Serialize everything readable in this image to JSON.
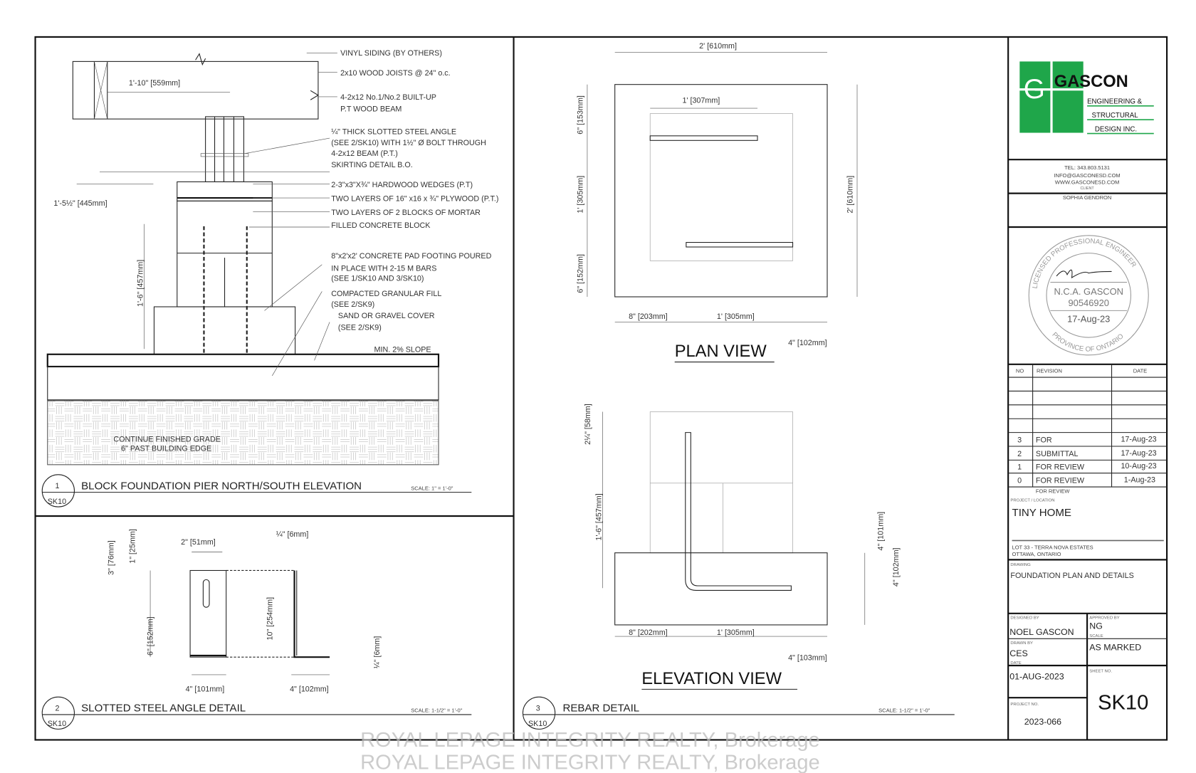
{
  "detail1": {
    "number": "1",
    "sheet": "SK10",
    "title": "BLOCK FOUNDATION PIER NORTH/SOUTH ELEVATION",
    "scale": "SCALE: 1\" = 1'-0\"",
    "dims": {
      "beam_width": "1'-10\" [559mm]",
      "height_total": "1'-5½\" [445mm]",
      "pier_height": "1'-6\" [457mm]"
    },
    "notes": [
      "VINYL SIDING (BY OTHERS)",
      "2x10 WOOD JOISTS @ 24\" o.c.",
      "4-2x12 No.1/No.2 BUILT-UP",
      "P.T WOOD BEAM",
      "¼\" THICK SLOTTED STEEL ANGLE",
      "(SEE 2/SK10) WITH 1½\" Ø BOLT THROUGH",
      "4-2x12 BEAM (P.T.)",
      "SKIRTING DETAIL B.O.",
      "2-3\"x3\"X¾\" HARDWOOD WEDGES (P.T)",
      "TWO LAYERS OF 16\" x16 x ¾\" PLYWOOD (P.T.)",
      "TWO LAYERS OF 2 BLOCKS OF MORTAR",
      "FILLED CONCRETE BLOCK",
      "8\"x2'x2' CONCRETE PAD FOOTING POURED",
      "IN PLACE WITH 2-15 M BARS",
      "(SEE 1/SK10 AND 3/SK10)",
      "COMPACTED GRANULAR FILL",
      "(SEE 2/SK9)",
      "SAND OR GRAVEL COVER",
      "(SEE 2/SK9)",
      "MIN. 2% SLOPE"
    ],
    "grade_note": [
      "CONTINUE FINISHED GRADE",
      "6\" PAST BUILDING EDGE"
    ]
  },
  "detail2": {
    "number": "2",
    "sheet": "SK10",
    "title": "SLOTTED STEEL ANGLE DETAIL",
    "scale": "SCALE: 1-1/2\" = 1'-0\"",
    "dims": {
      "slot_w": "2\" [51mm]",
      "thick_top": "¼\" [6mm]",
      "d3": "3\" [76mm]",
      "d1": "1\" [25mm]",
      "d6": "6\" [152mm]",
      "d10": "10\" [254mm]",
      "w101": "4\" [101mm]",
      "w102": "4\" [102mm]",
      "thick_side": "¼\" [6mm]"
    }
  },
  "plan": {
    "title": "PLAN VIEW",
    "dims": {
      "top": "2' [610mm]",
      "bar": "1' [307mm]",
      "right": "2' [610mm]",
      "l_top": "6\" [153mm]",
      "l_mid": "1' [305mm]",
      "l_bot": "6\" [152mm]",
      "b_left": "8\" [203mm]",
      "b_mid": "1' [305mm]",
      "b_right": "4\" [102mm]"
    }
  },
  "elevation": {
    "title": "ELEVATION VIEW",
    "dims": {
      "top": "2¼\" [58mm]",
      "height": "1'-6\" [457mm]",
      "r1": "4\" [101mm]",
      "r2": "4\" [102mm]",
      "b_left": "8\" [202mm]",
      "b_mid": "1' [305mm]",
      "b_right": "4\" [103mm]"
    }
  },
  "detail3": {
    "number": "3",
    "sheet": "SK10",
    "title": "REBAR DETAIL",
    "scale": "SCALE: 1-1/2\" = 1'-0\""
  },
  "title_block": {
    "logo": {
      "name": "GASCON",
      "line1": "ENGINEERING &",
      "line2": "STRUCTURAL",
      "line3": "DESIGN INC.",
      "brand_color": "#1fa64a"
    },
    "tel": "TEL: 343.803.5131",
    "email": "INFO@GASCONESD.COM",
    "web": "WWW.GASCONESD.COM",
    "client_label": "CLIENT",
    "client": "SOPHIA GENDRON",
    "seal": {
      "top": "LICENSED PROFESSIONAL ENGINEER",
      "name": "N.C.A. GASCON",
      "number": "90546920",
      "date": "17-Aug-23",
      "bottom": "PROVINCE OF ONTARIO"
    },
    "revision_headers": {
      "no": "NO",
      "revision": "REVISION",
      "date": "DATE"
    },
    "revisions": [
      {
        "no": "3",
        "revision": "FOR",
        "date": "17-Aug-23"
      },
      {
        "no": "2",
        "revision": "SUBMITTAL",
        "date": "17-Aug-23"
      },
      {
        "no": "1",
        "revision": "FOR    REVIEW",
        "date": "10-Aug-23"
      },
      {
        "no": "0",
        "revision": "FOR    REVIEW",
        "date": "1-Aug-23"
      }
    ],
    "revision_overflow": "FOR REVIEW",
    "project_label": "PROJECT / LOCATION",
    "project": "TINY HOME",
    "location1": "LOT 33 - TERRA NOVA ESTATES",
    "location2": "OTTAWA, ONTARIO",
    "drawing_label": "DRAWING",
    "drawing": "FOUNDATION PLAN AND DETAILS",
    "designed_label": "DESIGNED BY",
    "designed": "NOEL GASCON",
    "approved_label": "APPROVED BY",
    "approved": "NG",
    "drawn_label": "DRAWN BY",
    "drawn": "CES",
    "scale_label": "SCALE",
    "scale": "AS MARKED",
    "date_label": "DATE",
    "date": "01-AUG-2023",
    "sheet_label": "SHEET NO.",
    "sheet": "SK10",
    "project_no_label": "PROJECT NO.",
    "project_no": "2023-066"
  },
  "watermark": "ROYAL LEPAGE INTEGRITY REALTY, Brokerage"
}
